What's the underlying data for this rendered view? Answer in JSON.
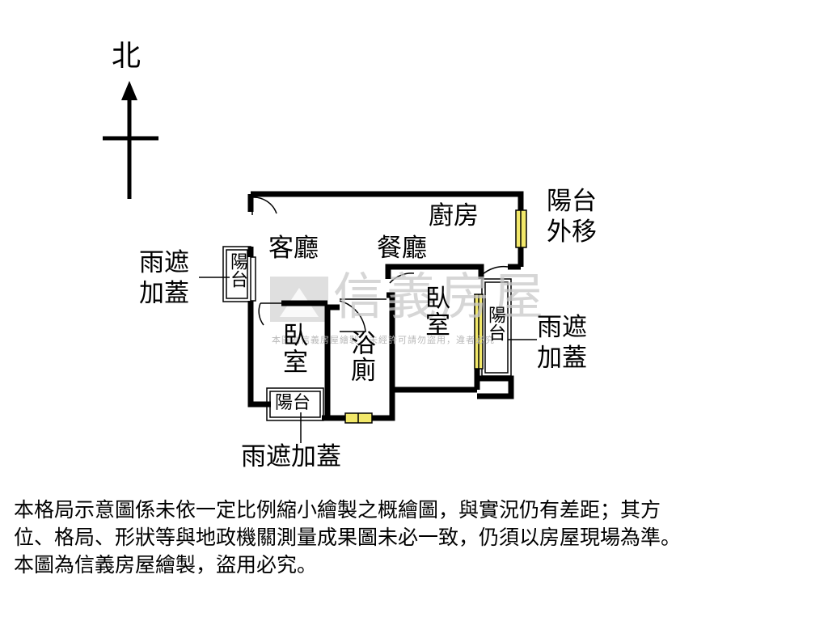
{
  "compass": {
    "north": "北"
  },
  "rooms": {
    "kitchen": "廚房",
    "living_room": "客廳",
    "dining_room": "餐廳",
    "bedroom_left": "臥室",
    "bedroom_right": "臥室",
    "bathroom": "浴廁",
    "balcony_left": "陽台",
    "balcony_right": "陽台",
    "balcony_bottom": "陽台"
  },
  "annotations": {
    "balcony_moved_line1": "陽台",
    "balcony_moved_line2": "外移",
    "rain_cover_left_line1": "雨遮",
    "rain_cover_left_line2": "加蓋",
    "rain_cover_right_line1": "雨遮",
    "rain_cover_right_line2": "加蓋",
    "rain_cover_bottom": "雨遮加蓋"
  },
  "watermark": {
    "brand": "信義房屋",
    "notice": "本圖為信義房屋繪製，未經許可請勿盜用，違者必究"
  },
  "disclaimer": [
    "本格局示意圖係未依一定比例縮小繪製之概繪圖，與實況仍有差距；其方",
    "位、格局、形狀等與地政機關測量成果圖未必一致，仍須以房屋現場為準。",
    "本圖為信義房屋繪製，盜用必究。"
  ],
  "colors": {
    "wall": "#000000",
    "window": "#f2e86a",
    "watermark": "#c9c9c9"
  }
}
